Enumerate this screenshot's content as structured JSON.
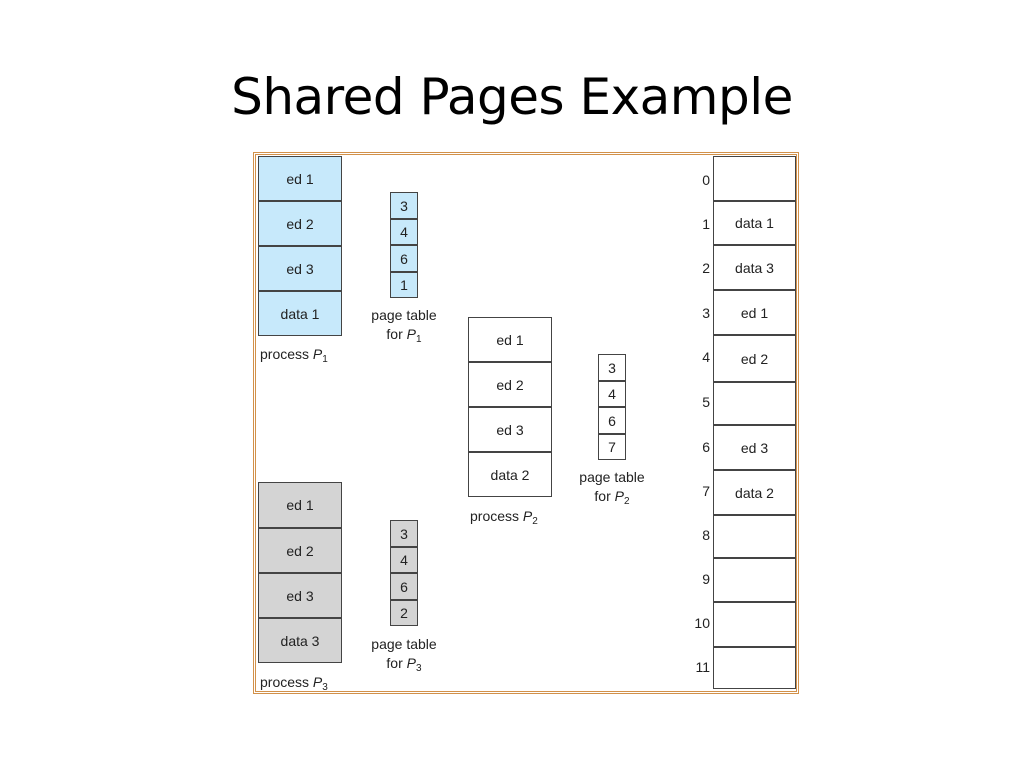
{
  "title": "Shared Pages Example",
  "process_p1": {
    "pages": [
      "ed 1",
      "ed 2",
      "ed 3",
      "data 1"
    ],
    "caption": "process",
    "var": "P",
    "sub": "1"
  },
  "page_table_p1": {
    "entries": [
      "3",
      "4",
      "6",
      "1"
    ],
    "caption_line1": "page table",
    "caption_for": "for",
    "var": "P",
    "sub": "1"
  },
  "process_p2": {
    "pages": [
      "ed 1",
      "ed 2",
      "ed 3",
      "data 2"
    ],
    "caption": "process",
    "var": "P",
    "sub": "2"
  },
  "page_table_p2": {
    "entries": [
      "3",
      "4",
      "6",
      "7"
    ],
    "caption_line1": "page table",
    "caption_for": "for",
    "var": "P",
    "sub": "2"
  },
  "process_p3": {
    "pages": [
      "ed 1",
      "ed 2",
      "ed 3",
      "data 3"
    ],
    "caption": "process",
    "var": "P",
    "sub": "3"
  },
  "page_table_p3": {
    "entries": [
      "3",
      "4",
      "6",
      "2"
    ],
    "caption_line1": "page table",
    "caption_for": "for",
    "var": "P",
    "sub": "3"
  },
  "physical_memory": {
    "frame_numbers": [
      "0",
      "1",
      "2",
      "3",
      "4",
      "5",
      "6",
      "7",
      "8",
      "9",
      "10",
      "11"
    ],
    "frames": [
      "",
      "data 1",
      "data 3",
      "ed 1",
      "ed 2",
      "",
      "ed 3",
      "data 2",
      "",
      "",
      "",
      ""
    ]
  },
  "colors": {
    "p1_fill": "#c7e9fb",
    "p3_fill": "#d4d4d4",
    "frame_border": "#d2914a"
  }
}
